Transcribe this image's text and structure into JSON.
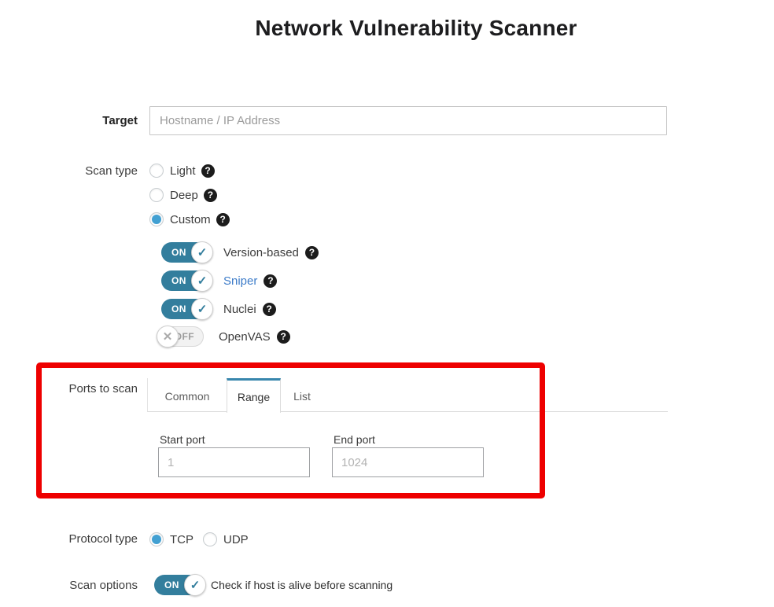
{
  "page": {
    "title": "Network Vulnerability Scanner"
  },
  "colors": {
    "radio_selected_blue": "#42a0d2",
    "toggle_on_blue": "#337e9d",
    "tab_active_bar_blue": "#3786ad",
    "link_blue": "#3d7cc9",
    "annotation_red": "#ee0000"
  },
  "icons": {
    "help": "?",
    "check": "✓",
    "cross": "✕"
  },
  "toggle": {
    "on_label": "ON",
    "off_label": "OFF"
  },
  "form": {
    "target": {
      "label": "Target",
      "placeholder": "Hostname / IP Address",
      "value": ""
    },
    "scan_type": {
      "label": "Scan type",
      "options": [
        {
          "label": "Light",
          "selected": false
        },
        {
          "label": "Deep",
          "selected": false
        },
        {
          "label": "Custom",
          "selected": true
        }
      ],
      "custom_tools": [
        {
          "label": "Version-based",
          "state": "ON"
        },
        {
          "label": "Sniper",
          "state": "ON"
        },
        {
          "label": "Nuclei",
          "state": "ON"
        },
        {
          "label": "OpenVAS",
          "state": "OFF"
        }
      ]
    },
    "ports": {
      "label": "Ports to scan",
      "tabs": [
        {
          "label": "Common",
          "active": false
        },
        {
          "label": "Range",
          "active": true
        },
        {
          "label": "List",
          "active": false
        }
      ],
      "range": {
        "start": {
          "label": "Start port",
          "placeholder": "1",
          "value": ""
        },
        "end": {
          "label": "End port",
          "placeholder": "1024",
          "value": ""
        }
      }
    },
    "protocol": {
      "label": "Protocol type",
      "options": [
        {
          "label": "TCP",
          "selected": true
        },
        {
          "label": "UDP",
          "selected": false
        }
      ]
    },
    "scan_options": {
      "label": "Scan options",
      "toggle_state": "ON",
      "description": "Check if host is alive before scanning"
    }
  }
}
